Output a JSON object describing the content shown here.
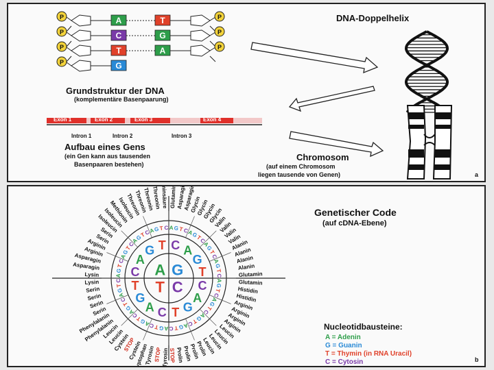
{
  "panel_a": {
    "dna": {
      "phosphate_label": "P",
      "rows": [
        {
          "left": "A",
          "right": "T",
          "left_color": "#2e9e4a",
          "right_color": "#e0412a"
        },
        {
          "left": "C",
          "right": "G",
          "left_color": "#7a3aa8",
          "right_color": "#2e9e4a"
        },
        {
          "left": "T",
          "right": "A",
          "left_color": "#e0412a",
          "right_color": "#2e9e4a"
        },
        {
          "left": "G",
          "right": "",
          "left_color": "#2a8ad6",
          "right_color": ""
        }
      ],
      "title": "Grundstruktur der DNA",
      "subtitle": "(komplementäre Basenpaarung)"
    },
    "helix_title": "DNA-Doppelhelix",
    "gene": {
      "exons": [
        "Exon 1",
        "Exon 2",
        "Exon 3",
        "Exon 4"
      ],
      "introns": [
        "Intron 1",
        "Intron 2",
        "Intron 3"
      ],
      "title": "Aufbau eines Gens",
      "subtitle_1": "(ein Gen kann aus tausenden",
      "subtitle_2": "Basenpaaren bestehen)"
    },
    "chromosome": {
      "title": "Chromosom",
      "subtitle_1": "(auf einem Chromosom",
      "subtitle_2": "liegen tausende von Genen)"
    },
    "panel_letter": "a"
  },
  "panel_b": {
    "title": "Genetischer Code",
    "subtitle": "(auf cDNA-Ebene)",
    "panel_letter": "b",
    "inner_ring": [
      "A",
      "G",
      "C",
      "T"
    ],
    "middle_ring": [
      "C",
      "A",
      "G",
      "T",
      "C",
      "A",
      "G",
      "T",
      "C",
      "A",
      "G",
      "T",
      "C",
      "A",
      "G",
      "T"
    ],
    "outer_ring": "AGTCAGTCAGTCAGTCAGTCAGTCAGTCAGTCAGTCAGTCAGTCAGTCAGTCAGTCAGTCAGTC",
    "amino_acids": [
      "Glutaminsäure",
      "Asparaginsäure",
      "Asparaginsäure",
      "Glycin",
      "Glycin",
      "Glycin",
      "Glycin",
      "Valin",
      "Valin",
      "Valin",
      "Valin",
      "Alanin",
      "Alanin",
      "Alanin",
      "Alanin",
      "Glutamin",
      "Glutamin",
      "Histidin",
      "Histidin",
      "Arginin",
      "Arginin",
      "Arginin",
      "Arginin",
      "Leucin",
      "Leucin",
      "Leucin",
      "Leucin",
      "Prolin",
      "Prolin",
      "Prolin",
      "Prolin",
      "STOP",
      "Tyrosin",
      "STOP",
      "Tyrosin",
      "Tryptophan",
      "Cystein",
      "STOP",
      "Cystein",
      "Leucin",
      "Leucin",
      "Phenylalanin",
      "Phenylalanin",
      "Serin",
      "Serin",
      "Serin",
      "Serin",
      "Lysin",
      "Lysin",
      "Asparagin",
      "Asparagin",
      "Arginin",
      "Arginin",
      "Serin",
      "Serin",
      "Isoleucin",
      "Isoleucin",
      "Methionin",
      "Isoleucin",
      "Threonin",
      "Threonin",
      "Threonin",
      "Threonin",
      "Glutaminsäure"
    ],
    "stop_color": "#d12a1a",
    "legend": {
      "title": "Nucleotidbausteine:",
      "items": [
        {
          "text": "A = Adenin",
          "color": "#2e9e4a"
        },
        {
          "text": "G = Guanin",
          "color": "#2a8ad6"
        },
        {
          "text": "T = Thymin (in RNA Uracil)",
          "color": "#e0412a"
        },
        {
          "text": "C = Cytosin",
          "color": "#7a3aa8"
        }
      ]
    },
    "base_colors": {
      "A": "#2e9e4a",
      "G": "#2a8ad6",
      "T": "#e0412a",
      "C": "#7a3aa8"
    }
  }
}
